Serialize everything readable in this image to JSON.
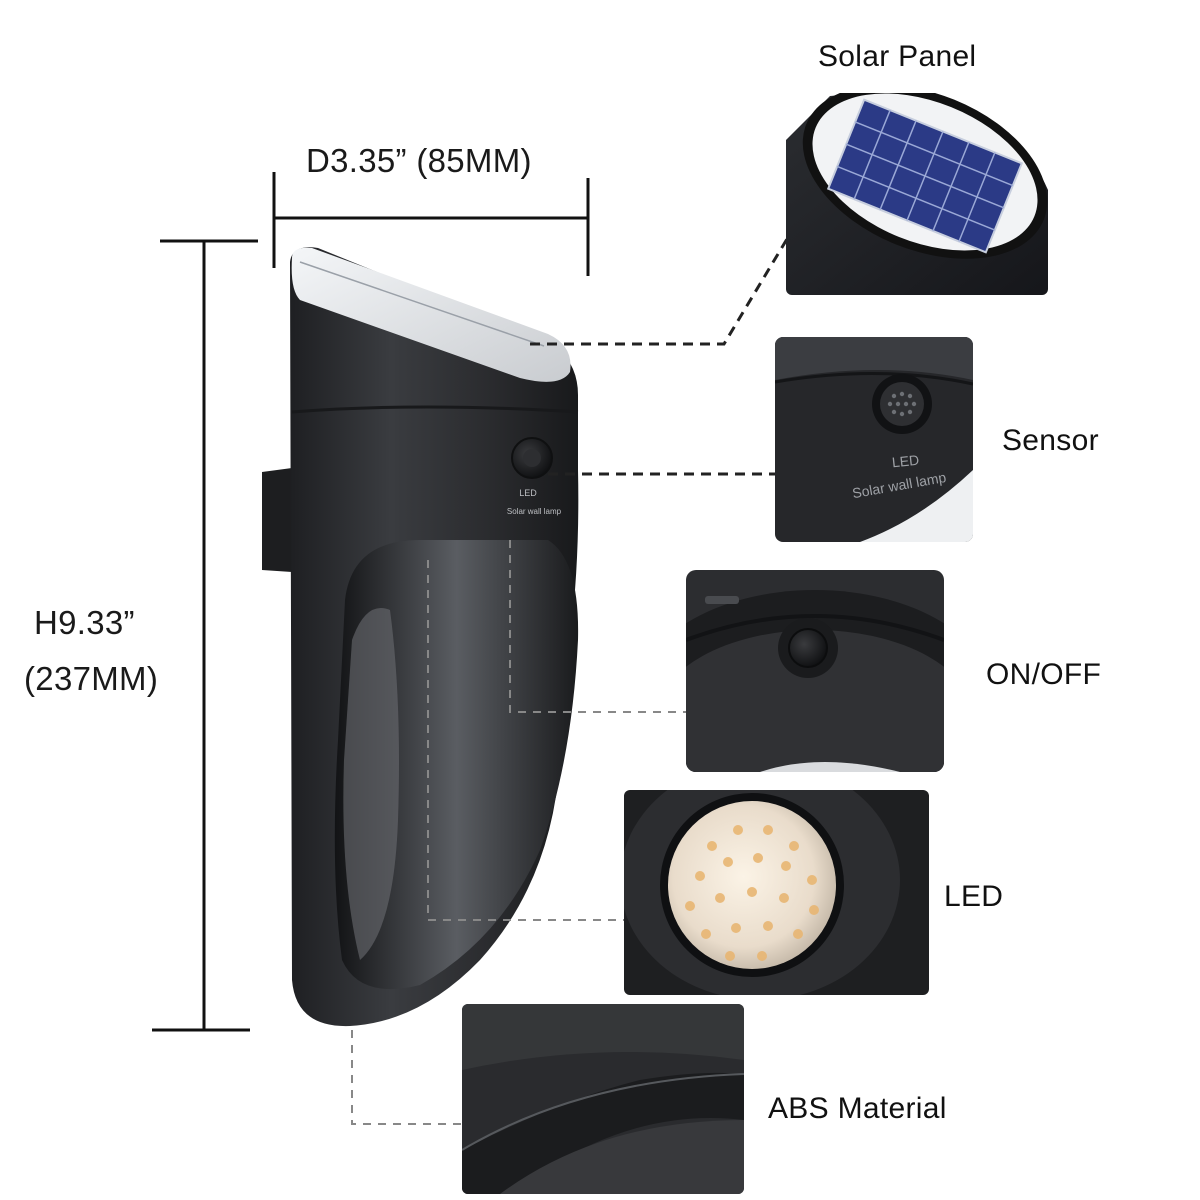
{
  "dimensions": {
    "depth": "D3.35”    (85MM)",
    "height_line1": "H9.33”",
    "height_line2": "(237MM)"
  },
  "features": [
    {
      "label": "Solar Panel"
    },
    {
      "label": "Sensor"
    },
    {
      "label": "ON/OFF"
    },
    {
      "label": "LED"
    },
    {
      "label": "ABS Material"
    }
  ],
  "device_print": {
    "led": "LED",
    "name": "Solar wall lamp"
  },
  "colors": {
    "body": "#2c2d30",
    "body_light": "#4a4c50",
    "solar_blue": "#2a3a8a",
    "led_warm": "#f0c88a"
  }
}
